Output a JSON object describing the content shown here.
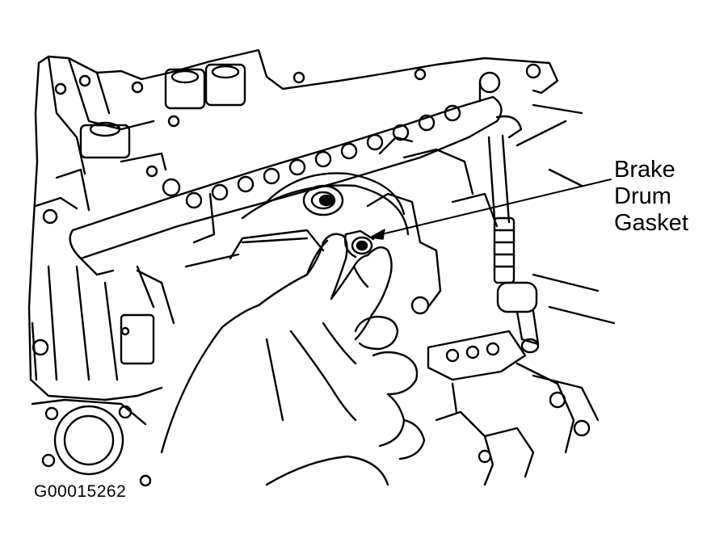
{
  "callout": {
    "line1": "Brake",
    "line2": "Drum",
    "line3": "Gasket"
  },
  "figure_id": "G00015262",
  "colors": {
    "ink": "#000000",
    "paper": "#ffffff"
  }
}
